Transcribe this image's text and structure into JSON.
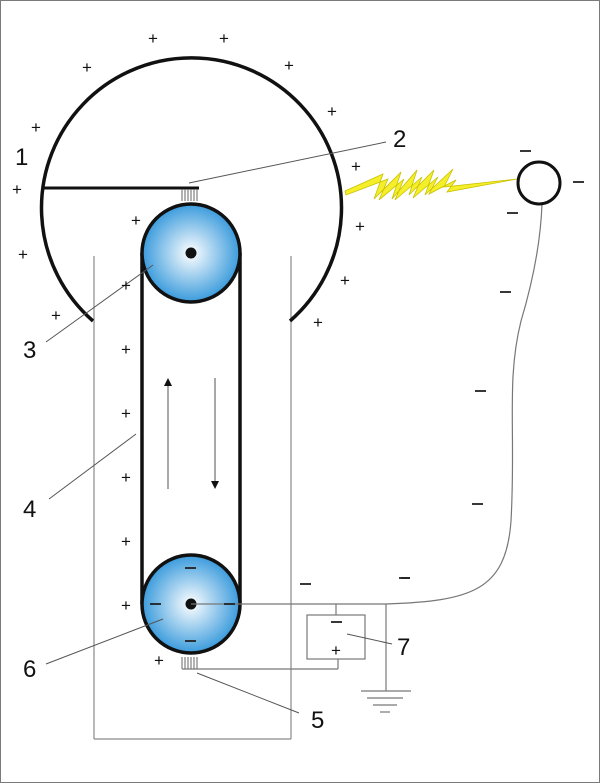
{
  "diagram": {
    "subject": "Van de Graaff generator",
    "colors": {
      "pulley_fill_center": "#ffffff",
      "pulley_fill_edge": "#3a9bdc",
      "spark": "#f5ef2a",
      "spark_outline": "#b8b000",
      "structure": "#111111",
      "thin_line": "#777777"
    },
    "labels": {
      "l1": "1",
      "l2": "2",
      "l3": "3",
      "l4": "4",
      "l5": "5",
      "l6": "6",
      "l7": "7"
    },
    "signs": {
      "plus": "+",
      "minus": "−"
    },
    "parts": [
      {
        "id": "1",
        "name": "hollow metal dome (positively charged)"
      },
      {
        "id": "2",
        "name": "upper comb / brush"
      },
      {
        "id": "3",
        "name": "upper pulley"
      },
      {
        "id": "4",
        "name": "insulating belt"
      },
      {
        "id": "5",
        "name": "lower comb / brush"
      },
      {
        "id": "6",
        "name": "lower pulley"
      },
      {
        "id": "7",
        "name": "voltage source"
      }
    ],
    "ground_symbol": "ground",
    "spark_target": "negatively charged sphere"
  }
}
